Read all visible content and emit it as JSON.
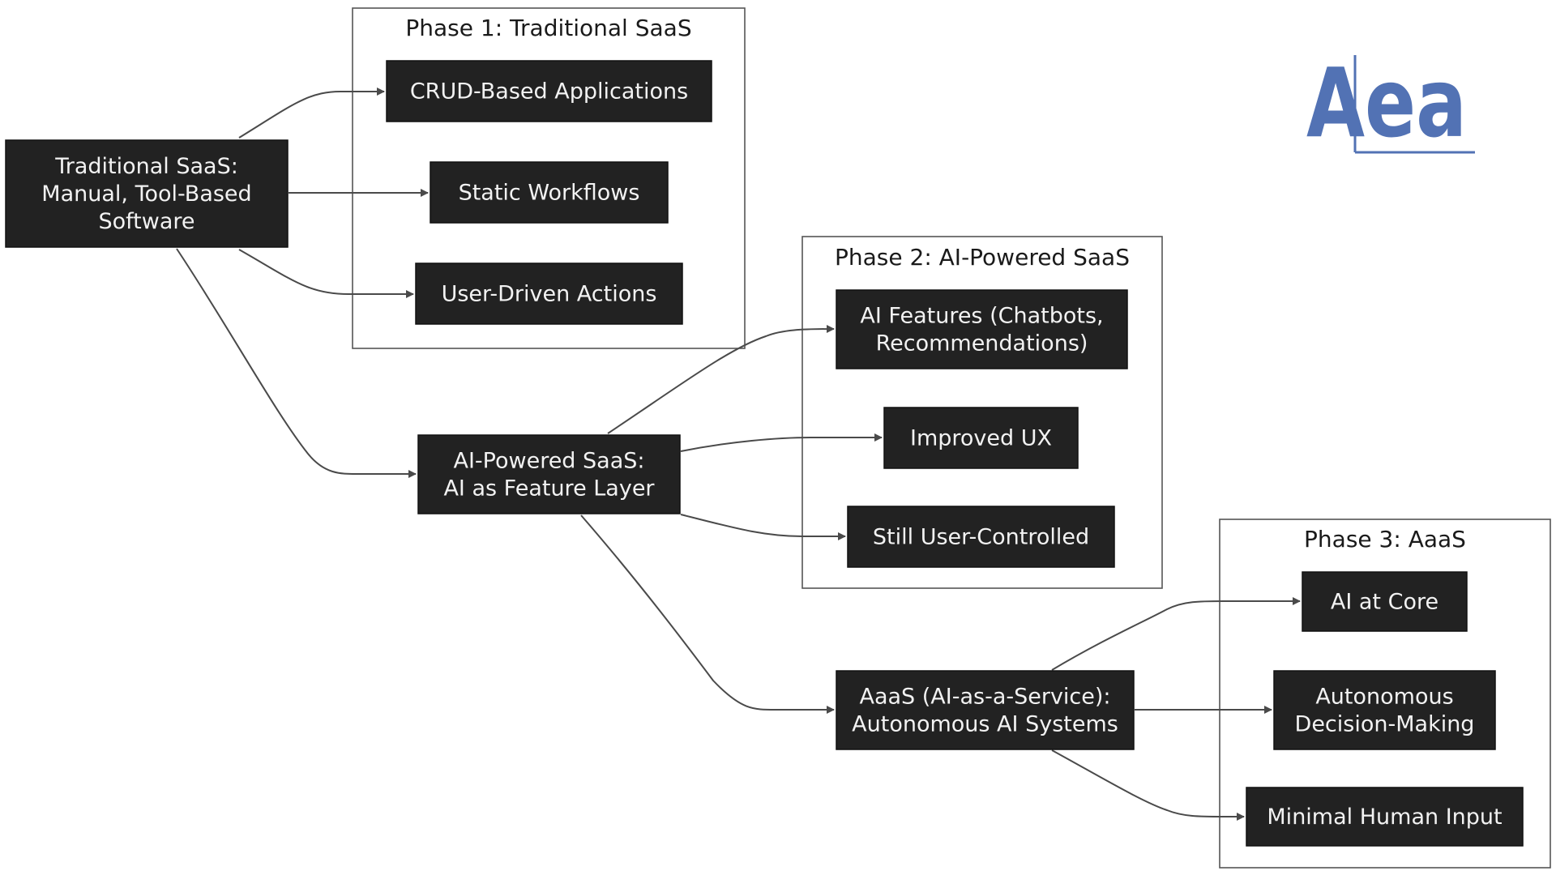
{
  "colors": {
    "node_fill": "#222222",
    "node_text": "#f2f2f2",
    "edge": "#4a4a4a",
    "frame": "#555555",
    "logo": "#5272b4"
  },
  "logo": {
    "text": "Aea"
  },
  "phases": [
    {
      "id": "phase-1",
      "title": "Phase 1: Traditional SaaS"
    },
    {
      "id": "phase-2",
      "title": "Phase 2: AI-Powered SaaS"
    },
    {
      "id": "phase-3",
      "title": "Phase 3: AaaS"
    }
  ],
  "nodes": [
    {
      "id": "traditional-saas",
      "lines": [
        "Traditional SaaS:",
        "Manual, Tool-Based",
        "Software"
      ]
    },
    {
      "id": "crud-apps",
      "lines": [
        "CRUD-Based Applications"
      ]
    },
    {
      "id": "static-workflows",
      "lines": [
        "Static Workflows"
      ]
    },
    {
      "id": "user-driven-actions",
      "lines": [
        "User-Driven Actions"
      ]
    },
    {
      "id": "ai-powered-saas",
      "lines": [
        "AI-Powered SaaS:",
        "AI as Feature Layer"
      ]
    },
    {
      "id": "ai-features",
      "lines": [
        "AI Features (Chatbots,",
        "Recommendations)"
      ]
    },
    {
      "id": "improved-ux",
      "lines": [
        "Improved UX"
      ]
    },
    {
      "id": "still-user-controlled",
      "lines": [
        "Still User-Controlled"
      ]
    },
    {
      "id": "aaas",
      "lines": [
        "AaaS (AI-as-a-Service):",
        "Autonomous AI Systems"
      ]
    },
    {
      "id": "ai-at-core",
      "lines": [
        "AI at Core"
      ]
    },
    {
      "id": "autonomous-decision-making",
      "lines": [
        "Autonomous",
        "Decision-Making"
      ]
    },
    {
      "id": "minimal-human-input",
      "lines": [
        "Minimal Human Input"
      ]
    }
  ],
  "edges": [
    {
      "from": "traditional-saas",
      "to": "crud-apps"
    },
    {
      "from": "traditional-saas",
      "to": "static-workflows"
    },
    {
      "from": "traditional-saas",
      "to": "user-driven-actions"
    },
    {
      "from": "traditional-saas",
      "to": "ai-powered-saas"
    },
    {
      "from": "ai-powered-saas",
      "to": "ai-features"
    },
    {
      "from": "ai-powered-saas",
      "to": "improved-ux"
    },
    {
      "from": "ai-powered-saas",
      "to": "still-user-controlled"
    },
    {
      "from": "ai-powered-saas",
      "to": "aaas"
    },
    {
      "from": "aaas",
      "to": "ai-at-core"
    },
    {
      "from": "aaas",
      "to": "autonomous-decision-making"
    },
    {
      "from": "aaas",
      "to": "minimal-human-input"
    }
  ]
}
